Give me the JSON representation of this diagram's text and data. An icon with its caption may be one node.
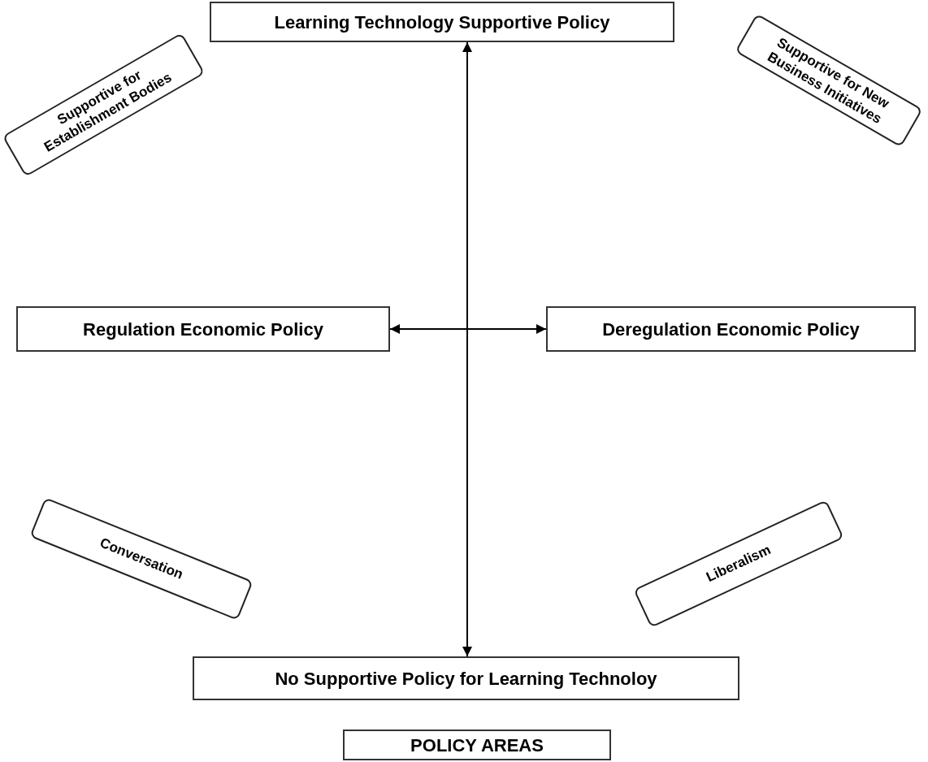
{
  "diagram": {
    "nodes": [
      {
        "text": [
          "Learning Technology Supportive Policy"
        ]
      },
      {
        "text": [
          "Regulation Economic Policy"
        ]
      },
      {
        "text": [
          "Deregulation Economic Policy"
        ]
      },
      {
        "text": [
          "No Supportive Policy for Learning Technoloy"
        ]
      },
      {
        "text": [
          "POLICY AREAS"
        ]
      },
      {
        "text": [
          "Supportive for Establishment Bodies"
        ]
      },
      {
        "text": [
          "Supportive for New Business Initiatives"
        ]
      },
      {
        "text": [
          "Conversation"
        ]
      },
      {
        "text": [
          "Liberalism"
        ]
      }
    ],
    "edges": [
      {
        "from": 0,
        "to": 3,
        "arrow": "both"
      },
      {
        "from": 1,
        "to": 2,
        "arrow": "both"
      }
    ]
  }
}
